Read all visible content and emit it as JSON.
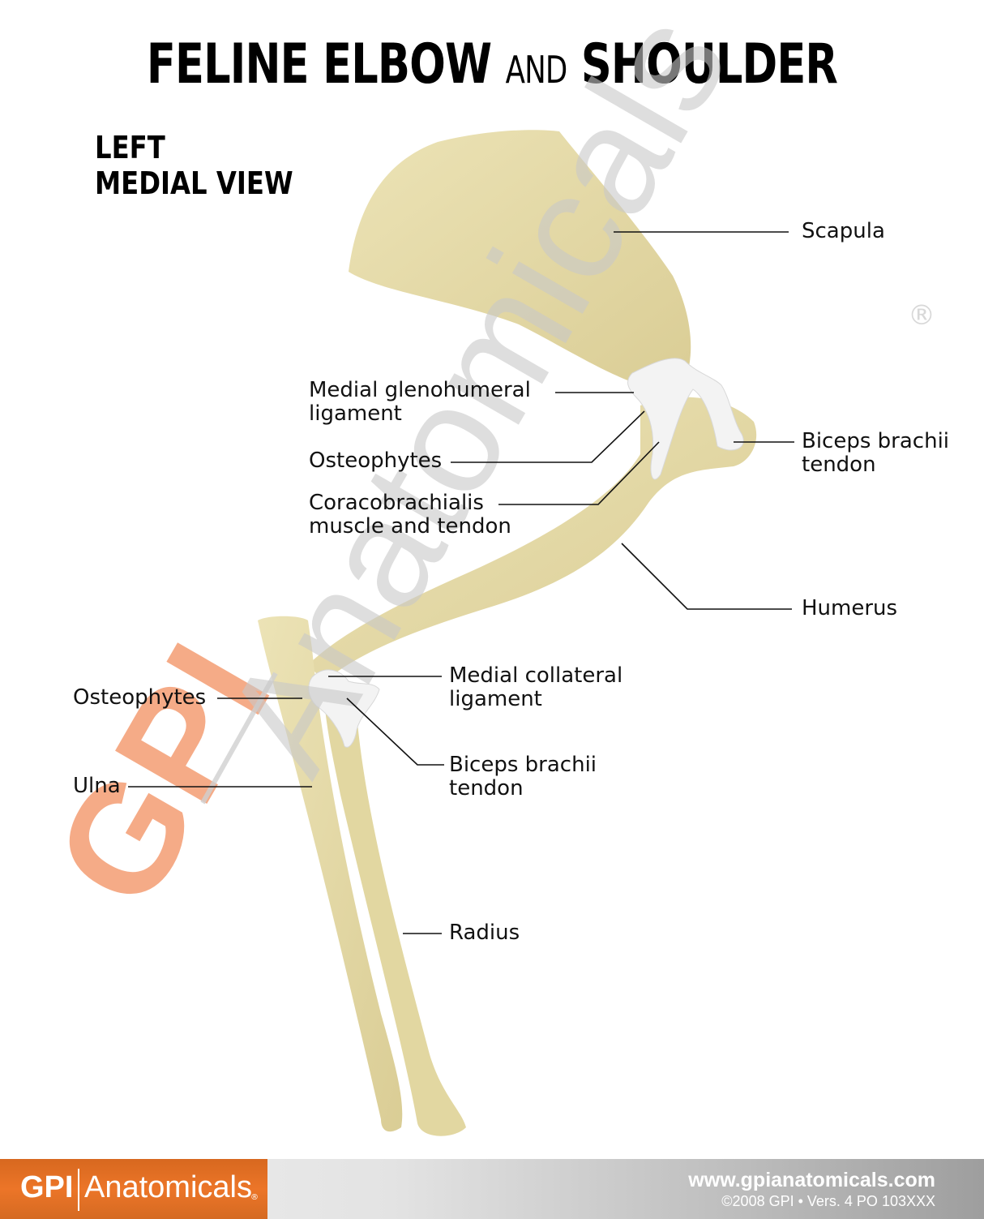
{
  "header": {
    "title_part1": "FELINE ELBOW",
    "title_part2": "AND",
    "title_part3": "SHOULDER",
    "subtitle_line1": "LEFT",
    "subtitle_line2": "MEDIAL VIEW"
  },
  "labels": [
    {
      "id": "scapula",
      "lines": [
        "Scapula"
      ]
    },
    {
      "id": "medial-glenohumeral-ligament",
      "lines": [
        "Medial glenohumeral",
        "ligament"
      ]
    },
    {
      "id": "osteophytes-shoulder",
      "lines": [
        "Osteophytes"
      ]
    },
    {
      "id": "coracobrachialis",
      "lines": [
        "Coracobrachialis",
        "muscle and tendon"
      ]
    },
    {
      "id": "biceps-brachii-tendon-shoulder",
      "lines": [
        "Biceps brachii",
        "tendon"
      ]
    },
    {
      "id": "humerus",
      "lines": [
        "Humerus"
      ]
    },
    {
      "id": "medial-collateral-ligament",
      "lines": [
        "Medial collateral",
        "ligament"
      ]
    },
    {
      "id": "osteophytes-elbow",
      "lines": [
        "Osteophytes"
      ]
    },
    {
      "id": "biceps-brachii-tendon-elbow",
      "lines": [
        "Biceps brachii",
        "tendon"
      ]
    },
    {
      "id": "ulna",
      "lines": [
        "Ulna"
      ]
    },
    {
      "id": "radius",
      "lines": [
        "Radius"
      ]
    }
  ],
  "watermark": {
    "gpi": "GPI",
    "anatomicals": "Anatomicals",
    "registered": "®",
    "gpi_color": "#f4a27a",
    "anatomicals_color": "#cfcfcf"
  },
  "footer": {
    "brand_gpi": "GPI",
    "brand_name": "Anatomicals",
    "brand_reg": "®",
    "url": "www.gpianatomicals.com",
    "copyright": "©2008 GPI • Vers. 4 PO 103XXX",
    "brand_color": "#e8702a"
  },
  "colors": {
    "bone": "#e6dcaa",
    "bone_shadow": "#cfc38c",
    "ligament": "#f2f2f2"
  }
}
